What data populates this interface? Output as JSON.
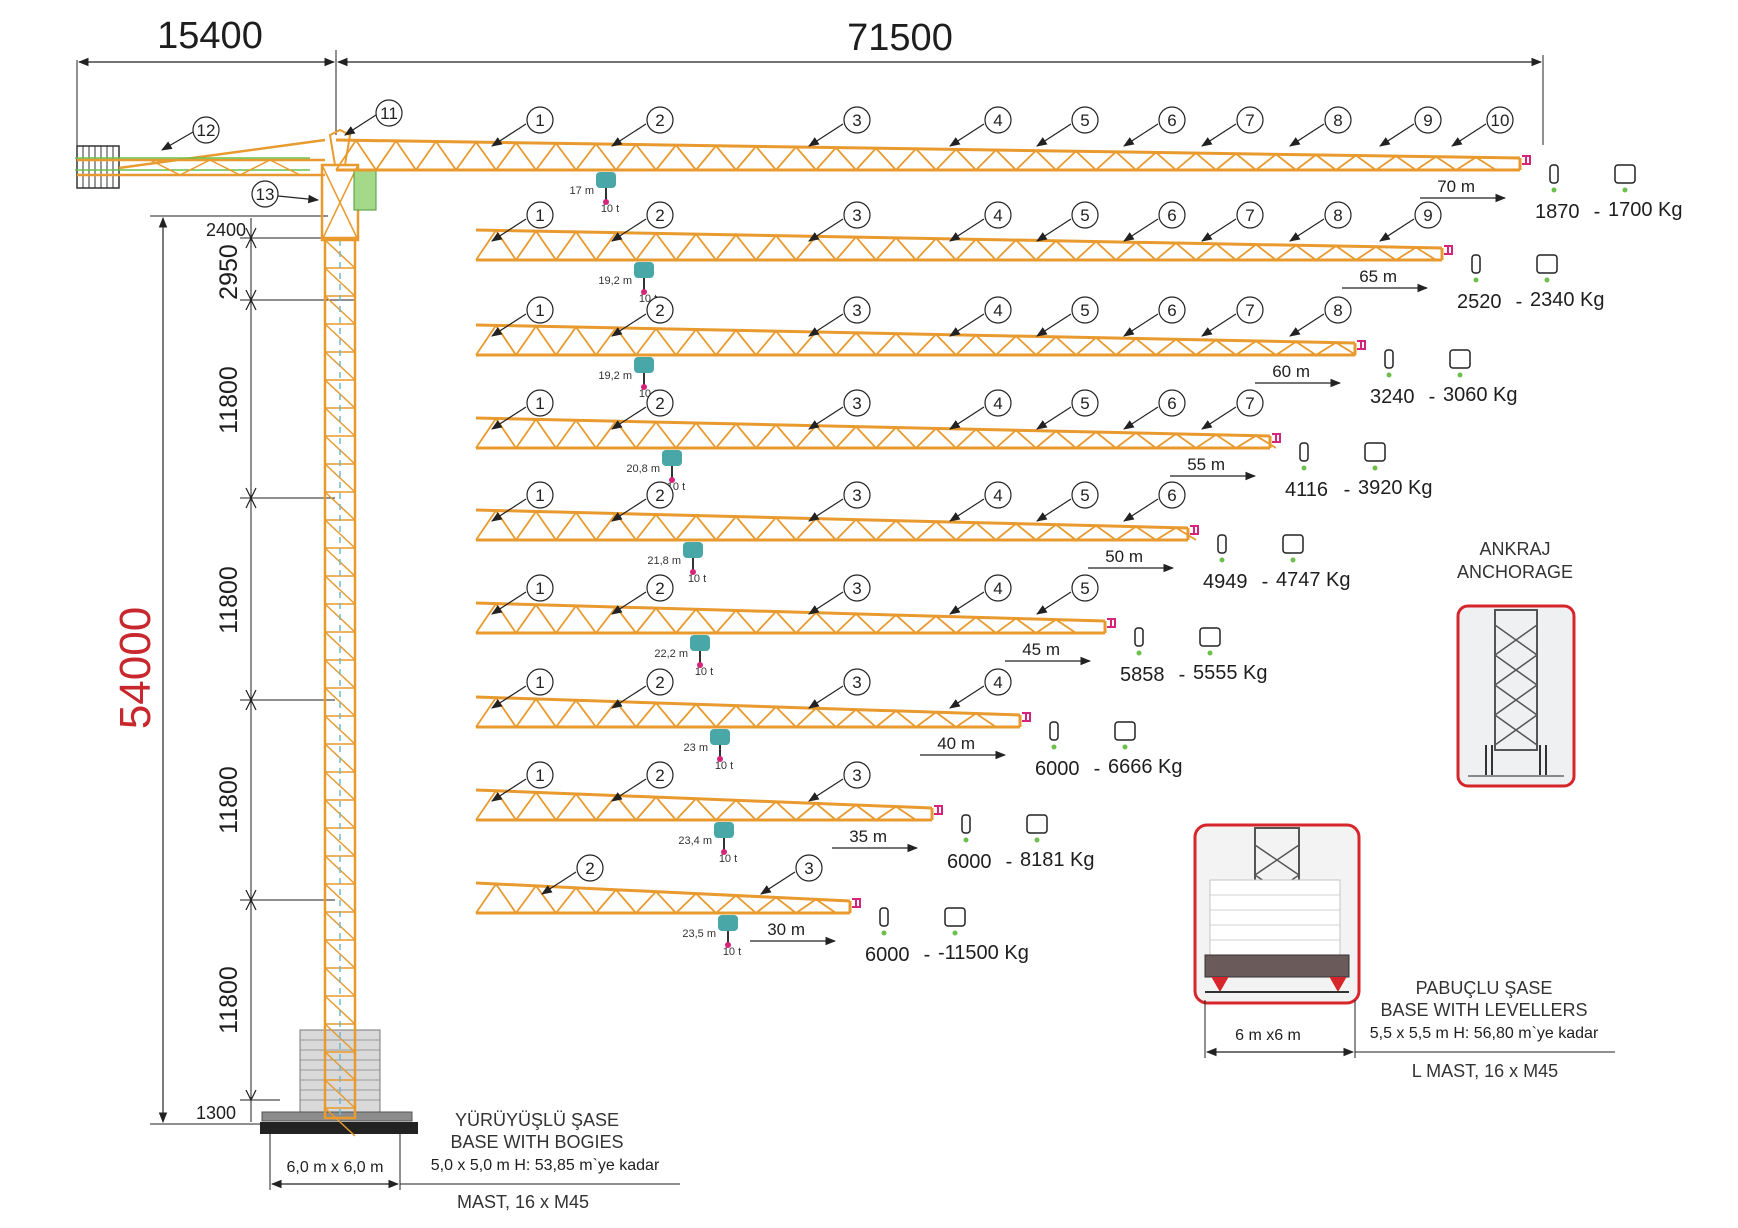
{
  "dimensions": {
    "counter_jib": "15400",
    "jib": "71500",
    "total_height": "54000",
    "top_section": "2400",
    "second_section": "2950",
    "mast_sections": [
      "11800",
      "11800",
      "11800",
      "11800"
    ],
    "base": "1300"
  },
  "jib_configs": [
    {
      "length": "70 m",
      "load_a": "1870",
      "load_b": "1700 Kg",
      "hook_dist": "17 m",
      "hook_load": "10 t",
      "sections": [
        "1",
        "2",
        "3",
        "4",
        "5",
        "6",
        "7",
        "8",
        "9",
        "10"
      ]
    },
    {
      "length": "65 m",
      "load_a": "2520",
      "load_b": "2340 Kg",
      "hook_dist": "19,2 m",
      "hook_load": "10 t",
      "sections": [
        "1",
        "2",
        "3",
        "4",
        "5",
        "6",
        "7",
        "8",
        "9"
      ]
    },
    {
      "length": "60 m",
      "load_a": "3240",
      "load_b": "3060 Kg",
      "hook_dist": "19,2 m",
      "hook_load": "10 t",
      "sections": [
        "1",
        "2",
        "3",
        "4",
        "5",
        "6",
        "7",
        "8"
      ]
    },
    {
      "length": "55 m",
      "load_a": "4116",
      "load_b": "3920 Kg",
      "hook_dist": "20,8 m",
      "hook_load": "10 t",
      "sections": [
        "1",
        "2",
        "3",
        "4",
        "5",
        "6",
        "7"
      ]
    },
    {
      "length": "50 m",
      "load_a": "4949",
      "load_b": "4747 Kg",
      "hook_dist": "21,8 m",
      "hook_load": "10 t",
      "sections": [
        "1",
        "2",
        "3",
        "4",
        "5",
        "6"
      ]
    },
    {
      "length": "45 m",
      "load_a": "5858",
      "load_b": "5555 Kg",
      "hook_dist": "22,2 m",
      "hook_load": "10 t",
      "sections": [
        "1",
        "2",
        "3",
        "4",
        "5"
      ]
    },
    {
      "length": "40 m",
      "load_a": "6000",
      "load_b": "6666 Kg",
      "hook_dist": "23 m",
      "hook_load": "10 t",
      "sections": [
        "1",
        "2",
        "3",
        "4"
      ]
    },
    {
      "length": "35 m",
      "load_a": "6000",
      "load_b": "8181 Kg",
      "hook_dist": "23,4 m",
      "hook_load": "10 t",
      "sections": [
        "1",
        "2",
        "3"
      ]
    },
    {
      "length": "30 m",
      "load_a": "6000",
      "load_b": "-11500 Kg",
      "hook_dist": "23,5 m",
      "hook_load": "10 t",
      "sections": [
        "2",
        "3"
      ]
    }
  ],
  "top_callouts": [
    "12",
    "11",
    "13"
  ],
  "bogie_base": {
    "title_tr": "YÜRÜYÜŞLÜ ŞASE",
    "title_en": "BASE WITH BOGIES",
    "spec": "5,0 x 5,0 m  H: 53,85 m`ye kadar",
    "size": "6,0 m x 6,0 m",
    "mast": "MAST, 16 x M45"
  },
  "anchorage": {
    "title_tr": "ANKRAJ",
    "title_en": "ANCHORAGE"
  },
  "leveller_base": {
    "title_tr": "PABUÇLU ŞASE",
    "title_en": "BASE WITH LEVELLERS",
    "spec": "5,5 x 5,5 m  H: 56,80 m`ye kadar",
    "size": "6 m x6 m",
    "mast": "L MAST, 16 x M45"
  },
  "colors": {
    "jib_orange": "#e89a2e",
    "jib_dark": "#b9701a",
    "height_red": "#c8282d",
    "frame_red": "#d7262b",
    "hook_teal": "#4aa7a8",
    "hook_green": "#6cc04a",
    "hook_pink": "#d6247a",
    "line_dark": "#222222"
  }
}
